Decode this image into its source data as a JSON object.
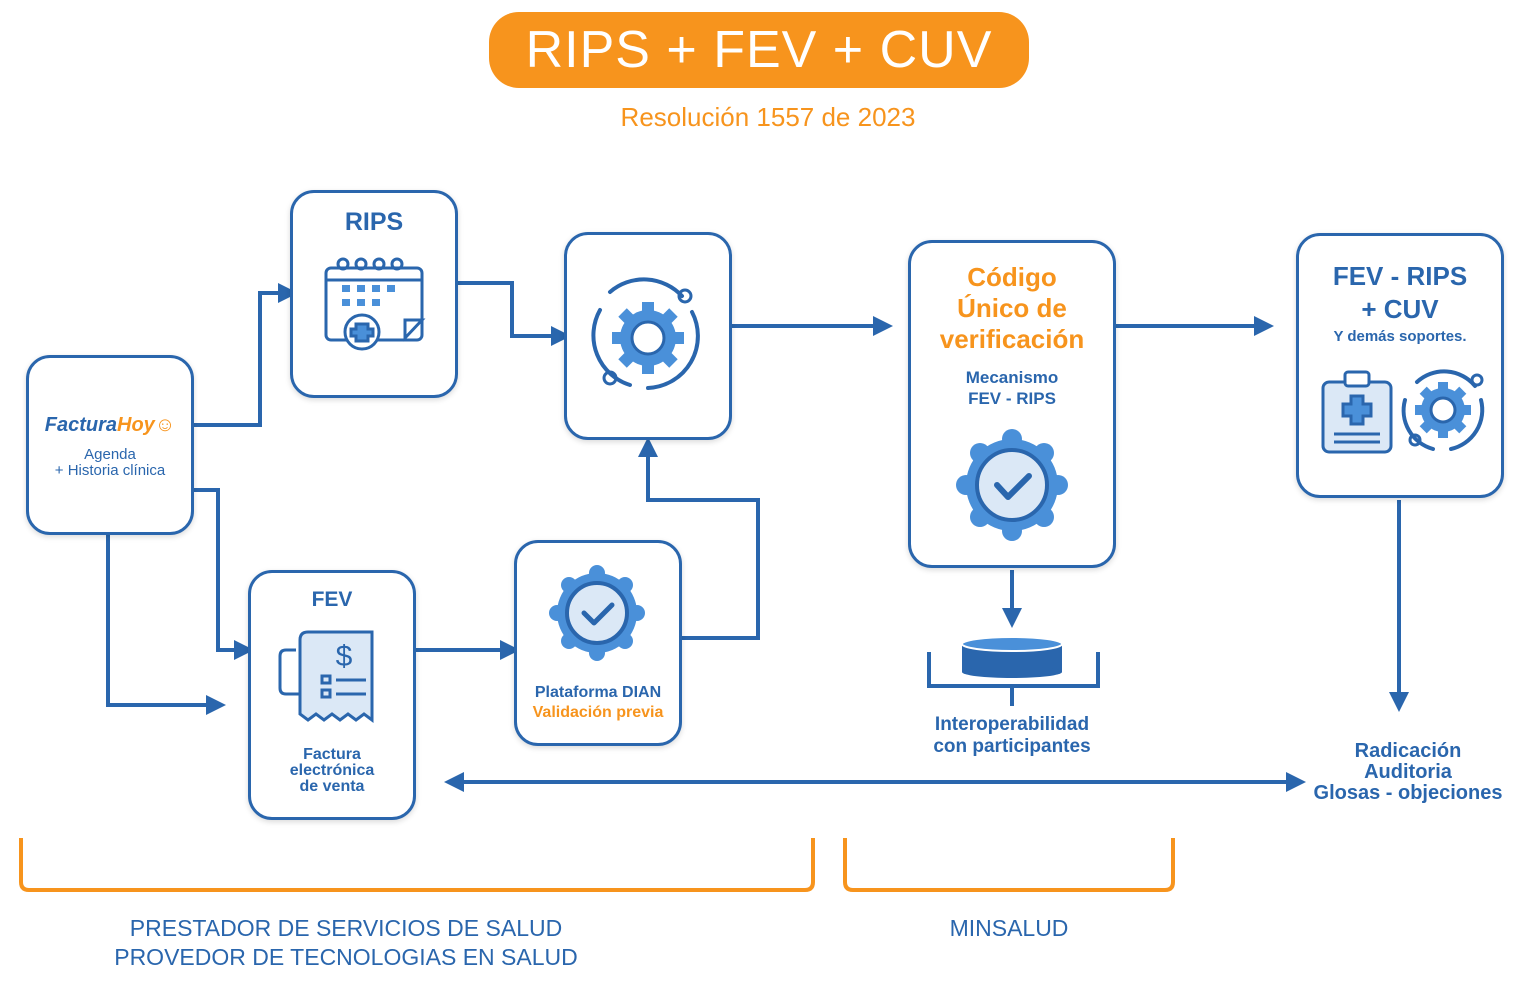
{
  "title": "RIPS + FEV + CUV",
  "subtitle": "Resolución 1557 de 2023",
  "colors": {
    "blue": "#2a66ad",
    "light_blue": "#4a90d9",
    "orange": "#f7941d"
  },
  "nodes": {
    "facturahoy": {
      "logo_left": "Factura",
      "logo_right": "Hoy",
      "line1": "Agenda",
      "line2": "+ Historia clínica"
    },
    "rips": {
      "title": "RIPS",
      "icon": "medical-calendar-icon"
    },
    "process": {
      "icon": "gear-process-icon"
    },
    "fev": {
      "title": "FEV",
      "icon": "invoice-icon",
      "line1": "Factura",
      "line2": "electrónica",
      "line3": "de venta"
    },
    "dian": {
      "icon": "verified-badge-icon",
      "line1": "Plataforma DIAN",
      "line2": "Validación previa"
    },
    "cuv": {
      "title1": "Código",
      "title2": "Único de",
      "title3": "verificación",
      "sub1": "Mecanismo",
      "sub2": "FEV - RIPS",
      "icon": "verified-badge-icon"
    },
    "database": {
      "icon": "database-icon",
      "line1": "Interoperabilidad",
      "line2": "con participantes"
    },
    "final": {
      "title1": "FEV - RIPS",
      "title2": "+ CUV",
      "sub": "Y demás soportes.",
      "icon1": "clipboard-medical-icon",
      "icon2": "gear-icon"
    },
    "radicacion": {
      "line1": "Radicación",
      "line2": "Auditoria",
      "line3": "Glosas - objeciones"
    }
  },
  "groups": {
    "prestador": {
      "line1": "PRESTADOR DE SERVICIOS DE SALUD",
      "line2": "PROVEDOR DE TECNOLOGIAS EN SALUD"
    },
    "minsalud": {
      "line1": "MINSALUD"
    }
  }
}
